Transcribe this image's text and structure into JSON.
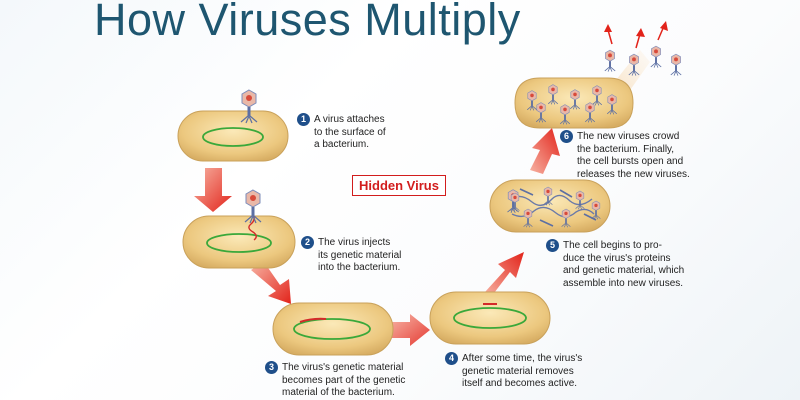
{
  "title": "How Viruses Multiply",
  "hidden_label": "Hidden Virus",
  "steps": [
    {
      "number": "1",
      "lines": [
        "A virus attaches",
        "to the surface of",
        "a bacterium."
      ]
    },
    {
      "number": "2",
      "lines": [
        "The virus injects",
        "its genetic material",
        "into the bacterium."
      ]
    },
    {
      "number": "3",
      "lines": [
        "The virus's genetic material",
        "becomes part of the genetic",
        "material of the bacterium."
      ]
    },
    {
      "number": "4",
      "lines": [
        "After some time, the virus's",
        "genetic material removes",
        "itself and becomes active."
      ]
    },
    {
      "number": "5",
      "lines": [
        "The cell begins to pro-",
        "duce the virus's proteins",
        "and genetic material, which",
        "assemble into new viruses."
      ]
    },
    {
      "number": "6",
      "lines": [
        "The new viruses crowd",
        "the bacterium. Finally,",
        "the cell bursts open and",
        "releases the new viruses."
      ]
    }
  ],
  "colors": {
    "title": "#1e5670",
    "bacterium": "#ecc87f",
    "bacterium_edge": "#c9a15a",
    "chromosome": "#3aa83a",
    "viral_dna": "#d42a2a",
    "arrow": "#e2231a",
    "step_badge": "#1f4f8a",
    "virus_head": "#e9b8a8",
    "virus_tail": "#5c6fa3"
  }
}
